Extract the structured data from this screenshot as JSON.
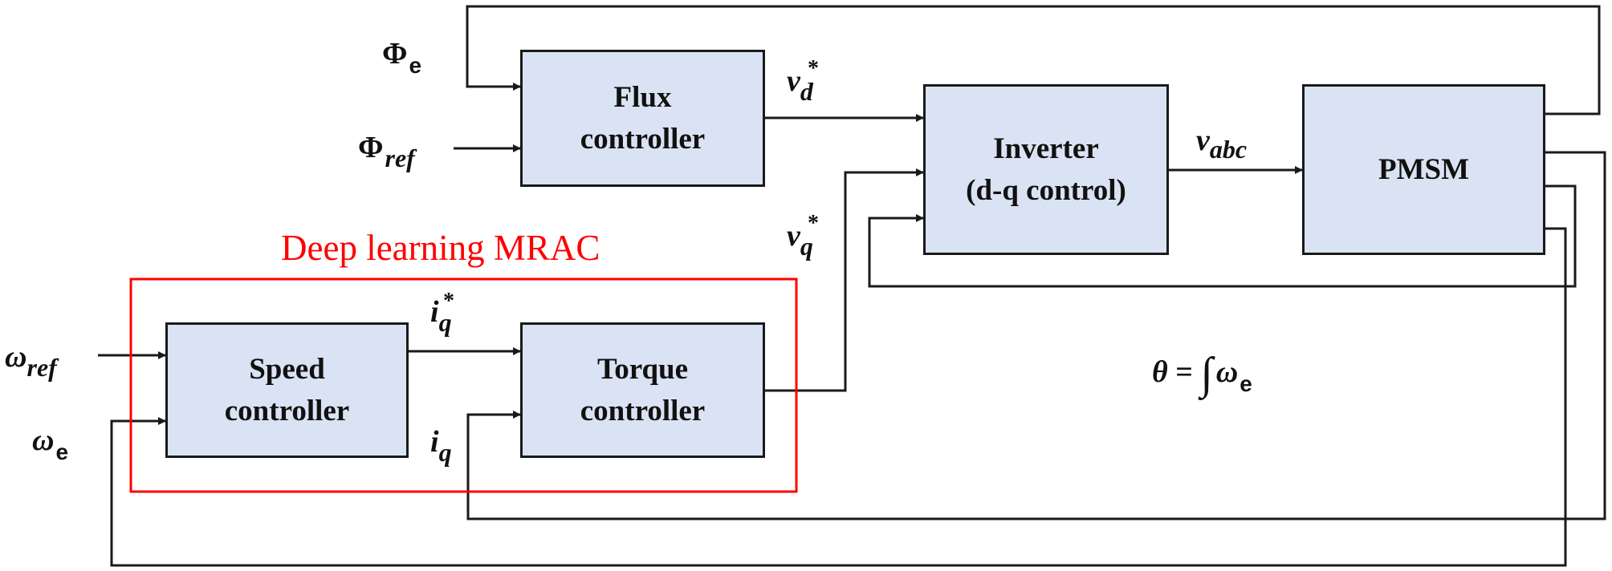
{
  "colors": {
    "block_fill": "#dae3f3",
    "block_border": "#1a1a1a",
    "group_border": "#ff0000",
    "line": "#1a1a1a"
  },
  "group": {
    "title": "Deep learning MRAC"
  },
  "blocks": {
    "flux": {
      "line1": "Flux",
      "line2": "controller"
    },
    "inverter": {
      "line1": "Inverter",
      "line2": "(d-q control)"
    },
    "pmsm": {
      "line1": "PMSM"
    },
    "speed": {
      "line1": "Speed",
      "line2": "controller"
    },
    "torque": {
      "line1": "Torque",
      "line2": "controller"
    }
  },
  "signals": {
    "phi_e": {
      "base": "Φ",
      "sub": "e"
    },
    "phi_ref": {
      "base": "Φ",
      "sub": "ref"
    },
    "vd": {
      "base": "v",
      "sub": "d",
      "sup": "*"
    },
    "vq": {
      "base": "v",
      "sub": "q",
      "sup": "*"
    },
    "vabc": {
      "base": "v",
      "sub": "abc"
    },
    "omega_ref": {
      "base": "ω",
      "sub": "ref"
    },
    "omega_e": {
      "base": "ω",
      "sub": "e"
    },
    "iq_star": {
      "base": "i",
      "sub": "q",
      "sup": "*"
    },
    "iq": {
      "base": "i",
      "sub": "q"
    }
  },
  "equation": {
    "lhs": "θ",
    "eq": " = ",
    "integral": "∫",
    "rhs_base": "ω",
    "rhs_sub": "e"
  }
}
